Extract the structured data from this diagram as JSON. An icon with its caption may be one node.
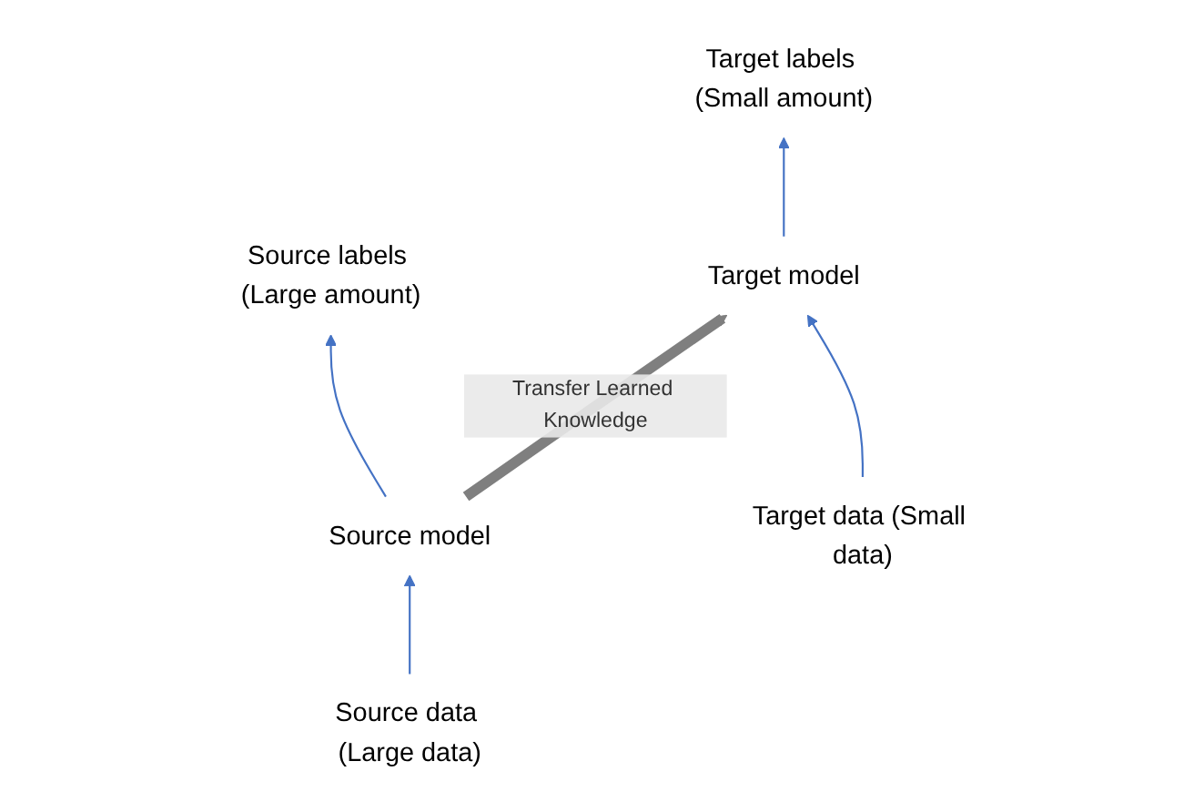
{
  "diagram": {
    "nodes": [
      {
        "text": [
          "Source labels (Large amount)"
        ]
      },
      {
        "text": [
          "Source model"
        ]
      },
      {
        "text": [
          "Source data (Large data)"
        ]
      },
      {
        "text": [
          "Target labels (Small amount)"
        ]
      },
      {
        "text": [
          "Target model"
        ]
      },
      {
        "text": [
          "Target data (Small data)"
        ]
      }
    ],
    "edges": [
      {
        "from": 2,
        "to": 1,
        "arrow": "to"
      },
      {
        "from": 1,
        "to": 0,
        "arrow": "to"
      },
      {
        "from": 5,
        "to": 4,
        "arrow": "to"
      },
      {
        "from": 4,
        "to": 3,
        "arrow": "to"
      },
      {
        "from": 1,
        "to": 4,
        "arrow": "to",
        "label": "Transfer Learned Knowledge",
        "style": "thick",
        "color": "#7f7f7f"
      }
    ]
  }
}
